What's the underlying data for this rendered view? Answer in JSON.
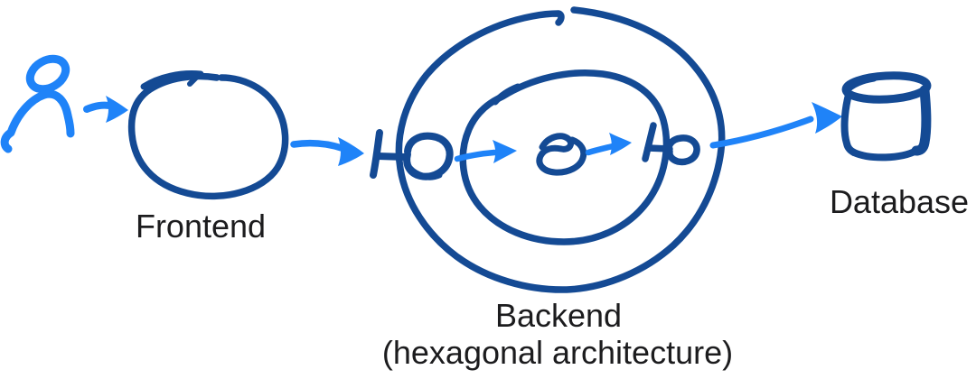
{
  "colors": {
    "stroke_dark": "#144a94",
    "stroke_blue": "#1f83f8",
    "text": "#1c1c1e",
    "background": "#ffffff"
  },
  "diagram": {
    "style": "hand-drawn-sketch",
    "nodes": [
      {
        "id": "user",
        "kind": "person-icon",
        "label": ""
      },
      {
        "id": "frontend",
        "kind": "circle",
        "label": "Frontend"
      },
      {
        "id": "backend",
        "kind": "concentric-rings",
        "label": "Backend",
        "sublabel": "(hexagonal architecture)",
        "internals": [
          "inbound-port",
          "domain-core",
          "outbound-port"
        ]
      },
      {
        "id": "database",
        "kind": "cylinder-icon",
        "label": "Database"
      }
    ],
    "edges": [
      {
        "from": "user",
        "to": "frontend"
      },
      {
        "from": "frontend",
        "to": "backend-inbound-port"
      },
      {
        "from": "inbound-port",
        "to": "domain-core"
      },
      {
        "from": "domain-core",
        "to": "outbound-port"
      },
      {
        "from": "outbound-port",
        "to": "database"
      }
    ]
  }
}
